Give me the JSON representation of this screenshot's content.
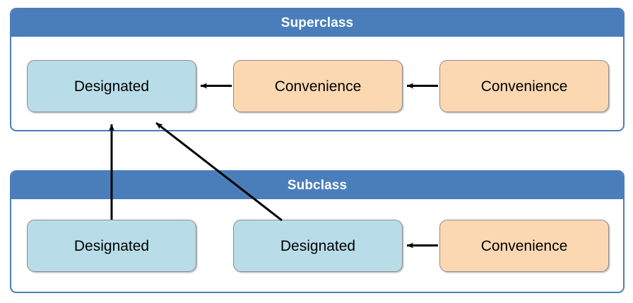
{
  "diagram": {
    "title": "Swift initializer delegation between superclass and subclass",
    "colors": {
      "group_border": "#4a7ebb",
      "header_fill": "#4a7ebb",
      "header_text": "#ffffff",
      "designated_fill": "#b9dce9",
      "convenience_fill": "#fbd8b2",
      "box_border": "#8d8d8d",
      "arrow": "#000000",
      "canvas": "#ffffff"
    },
    "groups": [
      {
        "id": "superclass",
        "header": "Superclass",
        "boxes": [
          {
            "label": "Designated",
            "kind": "designated"
          },
          {
            "label": "Convenience",
            "kind": "convenience"
          },
          {
            "label": "Convenience",
            "kind": "convenience"
          }
        ]
      },
      {
        "id": "subclass",
        "header": "Subclass",
        "boxes": [
          {
            "label": "Designated",
            "kind": "designated"
          },
          {
            "label": "Designated",
            "kind": "designated"
          },
          {
            "label": "Convenience",
            "kind": "convenience"
          }
        ]
      }
    ],
    "arrows": [
      {
        "name": "superclass-convenience2-to-convenience1",
        "from": "Superclass Convenience (right)",
        "to": "Superclass Convenience (middle)",
        "style": "horizontal-left"
      },
      {
        "name": "superclass-convenience1-to-designated",
        "from": "Superclass Convenience (middle)",
        "to": "Superclass Designated",
        "style": "horizontal-left"
      },
      {
        "name": "subclass-convenience-to-designated2",
        "from": "Subclass Convenience",
        "to": "Subclass Designated (middle)",
        "style": "horizontal-left"
      },
      {
        "name": "subclass-designated1-to-superclass-designated",
        "from": "Subclass Designated (left)",
        "to": "Superclass Designated",
        "style": "vertical-up"
      },
      {
        "name": "subclass-designated2-to-superclass-designated",
        "from": "Subclass Designated (middle)",
        "to": "Superclass Designated",
        "style": "diagonal-up-left"
      }
    ]
  }
}
